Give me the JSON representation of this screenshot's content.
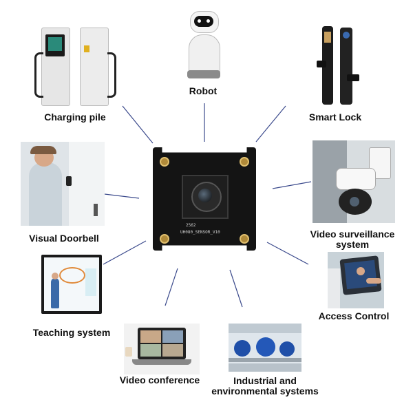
{
  "center": {
    "board_text_main": "UH080_SENSOR_V10",
    "board_text_code": "2562"
  },
  "items": [
    {
      "id": "charging-pile",
      "label": "Charging pile",
      "icon": "charging-pile-icon"
    },
    {
      "id": "robot",
      "label": "Robot",
      "icon": "robot-icon"
    },
    {
      "id": "smart-lock",
      "label": "Smart Lock",
      "icon": "smart-lock-icon"
    },
    {
      "id": "visual-doorbell",
      "label": "Visual Doorbell",
      "icon": "doorbell-icon"
    },
    {
      "id": "video-surveillance",
      "label": "Video surveillance system",
      "icon": "surveillance-camera-icon"
    },
    {
      "id": "teaching-system",
      "label": "Teaching system",
      "icon": "smart-board-icon"
    },
    {
      "id": "access-control",
      "label": "Access Control",
      "icon": "access-terminal-icon"
    },
    {
      "id": "video-conference",
      "label": "Video conference",
      "icon": "laptop-conference-icon"
    },
    {
      "id": "industrial",
      "label": "Industrial and environmental systems",
      "icon": "factory-pumps-icon"
    }
  ],
  "colors": {
    "connector": "#3b4a8c",
    "board": "#141414",
    "label": "#111111"
  }
}
